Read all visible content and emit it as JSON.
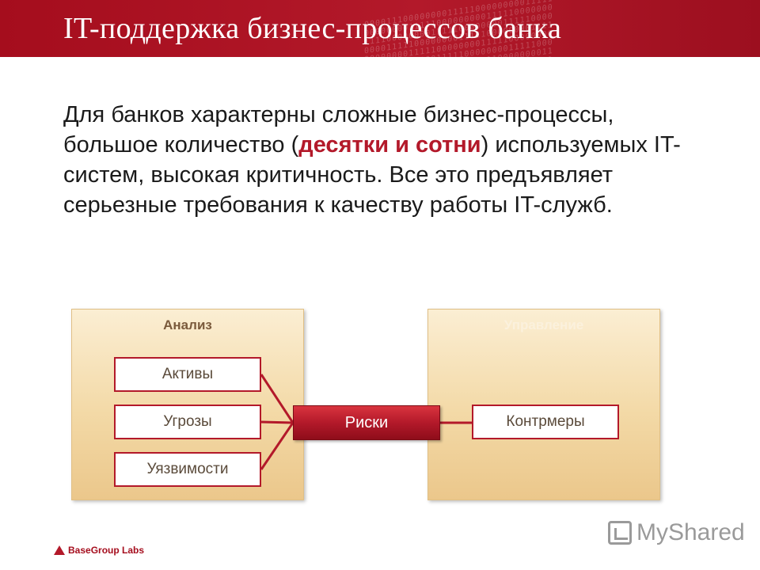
{
  "slide": {
    "title": "IT-поддержка бизнес-процессов банка",
    "body": {
      "part1": "Для банков характерны сложные бизнес-процессы, большое количество (",
      "highlight": "десятки и сотни",
      "part2": ") используемых IT-систем, высокая критичность. Все это предъявляет серьезные требования к качеству работы IT-служб."
    }
  },
  "diagram": {
    "analysis": {
      "title": "Анализ",
      "items": [
        "Активы",
        "Угрозы",
        "Уязвимости"
      ]
    },
    "risk_label": "Риски",
    "management": {
      "title": "Управление",
      "items": [
        "Контрмеры"
      ]
    }
  },
  "footer": {
    "brand": "BaseGroup Labs",
    "watermark": "MyShared"
  },
  "colors": {
    "accent": "#b3192a",
    "panel": "#f3d9a6"
  }
}
